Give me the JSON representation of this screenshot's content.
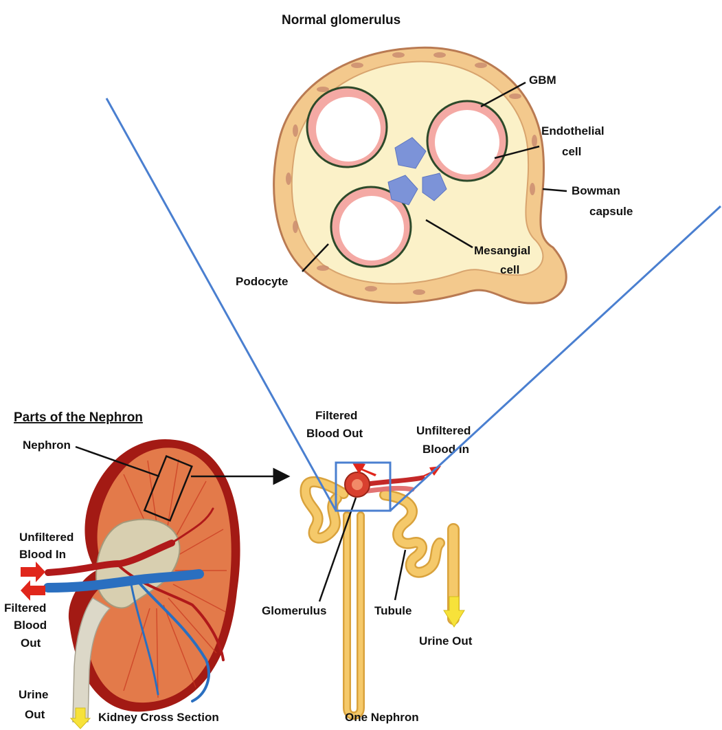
{
  "glomerulus": {
    "title": "Normal glomerulus",
    "labels": {
      "gbm": "GBM",
      "endothelial_1": "Endothelial",
      "endothelial_2": "cell",
      "bowman_1": "Bowman",
      "bowman_2": "capsule",
      "mesangial_1": "Mesangial",
      "mesangial_2": "cell",
      "podocyte": "Podocyte"
    }
  },
  "kidney": {
    "heading": "Parts of the Nephron",
    "labels": {
      "nephron": "Nephron",
      "unfiltered_1": "Unfiltered",
      "unfiltered_2": "Blood In",
      "filtered_1": "Filtered",
      "filtered_2": "Blood",
      "filtered_3": "Out",
      "urine_1": "Urine",
      "urine_2": "Out",
      "caption": "Kidney Cross Section"
    }
  },
  "nephron": {
    "labels": {
      "filtered_out_1": "Filtered",
      "filtered_out_2": "Blood Out",
      "unfiltered_in_1": "Unfiltered",
      "unfiltered_in_2": "Blood In",
      "glomerulus": "Glomerulus",
      "tubule": "Tubule",
      "urine_out": "Urine Out",
      "caption": "One Nephron"
    }
  },
  "colors": {
    "zoom_lines": "#4a7fd0",
    "red_arrow": "#e0261b",
    "yellow_arrow": "#f7e23a",
    "tubule": "#f5c96a",
    "kidney_cortex": "#c9371f",
    "capsule_fill": "#fbf1c8",
    "mesangial": "#7c93d8"
  }
}
